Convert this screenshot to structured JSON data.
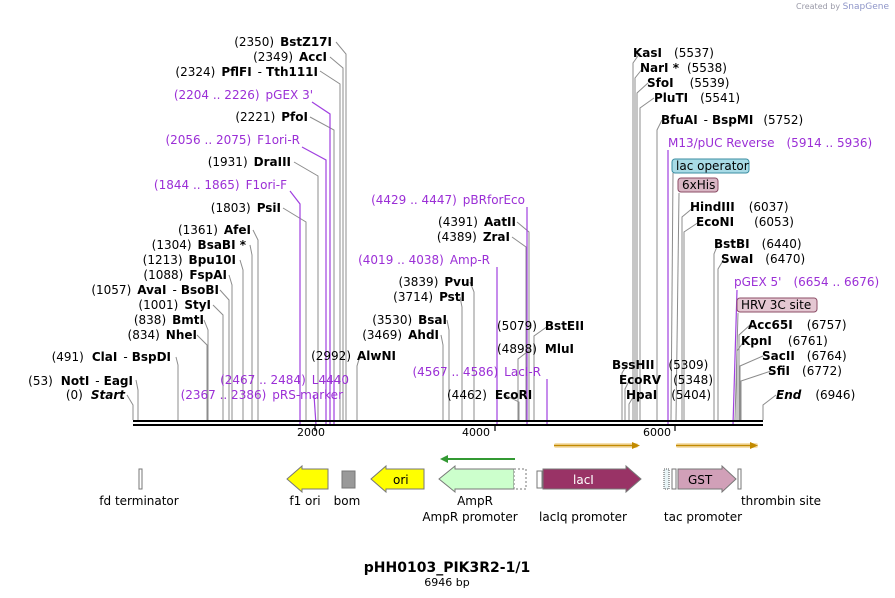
{
  "credit": {
    "prefix": "Created by",
    "brand": "SnapGene"
  },
  "plasmid": {
    "name": "pHH0103_PIK3R2-1/1",
    "length_label": "6946 bp"
  },
  "colors": {
    "enzyme_text": "#000000",
    "position_text": "#000000",
    "primer_text": "#9b2fd6",
    "primer_line": "#a040e0",
    "leader_line": "#8a8a8a",
    "backbone": "#000000"
  },
  "axis": {
    "ticks": [
      "2000",
      "4000",
      "6000"
    ]
  },
  "enzymes_left": [
    {
      "pos": "(2350)",
      "name": "BstZ17I"
    },
    {
      "pos": "(2349)",
      "name": "AccI"
    },
    {
      "pos": "(2324)",
      "name": "PflFI",
      "sep": "-",
      "name2": "Tth111I"
    },
    {
      "pos": "(2221)",
      "name": "PfoI"
    },
    {
      "pos": "(1931)",
      "name": "DraIII"
    },
    {
      "pos": "(1803)",
      "name": "PsiI"
    },
    {
      "pos": "(1361)",
      "name": "AfeI"
    },
    {
      "pos": "(1304)",
      "name": "BsaBI *"
    },
    {
      "pos": "(1213)",
      "name": "Bpu10I"
    },
    {
      "pos": "(1088)",
      "name": "FspAI"
    },
    {
      "pos": "(1057)",
      "name": "AvaI",
      "sep": "-",
      "name2": "BsoBI"
    },
    {
      "pos": "(1001)",
      "name": "StyI"
    },
    {
      "pos": "(838)",
      "name": "BmtI"
    },
    {
      "pos": "(834)",
      "name": "NheI"
    },
    {
      "pos": "(491)",
      "name": "ClaI",
      "sep": "-",
      "name2": "BspDI"
    },
    {
      "pos": "(53)",
      "name": "NotI",
      "sep": "-",
      "name2": "EagI"
    },
    {
      "pos": "(0)",
      "name": "Start"
    }
  ],
  "enzymes_mid": [
    {
      "pos": "(2992)",
      "name": "AlwNI"
    },
    {
      "pos": "(4391)",
      "name": "AatII"
    },
    {
      "pos": "(4389)",
      "name": "ZraI"
    },
    {
      "pos": "(3839)",
      "name": "PvuI"
    },
    {
      "pos": "(3714)",
      "name": "PstI"
    },
    {
      "pos": "(3530)",
      "name": "BsaI"
    },
    {
      "pos": "(3469)",
      "name": "AhdI"
    },
    {
      "pos": "(5079)",
      "name": "BstEII"
    },
    {
      "pos": "(4898)",
      "name": "MluI"
    },
    {
      "pos": "(4462)",
      "name": "EcoRI"
    }
  ],
  "enzymes_right": [
    {
      "pos": "(5537)",
      "name": "KasI"
    },
    {
      "pos": "(5538)",
      "name": "NarI *"
    },
    {
      "pos": "(5539)",
      "name": "SfoI"
    },
    {
      "pos": "(5541)",
      "name": "PluTI"
    },
    {
      "pos": "(5752)",
      "name": "BfuAI",
      "sep": "-",
      "name2": "BspMI"
    },
    {
      "pos": "(6037)",
      "name": "HindIII"
    },
    {
      "pos": "(6053)",
      "name": "EcoNI"
    },
    {
      "pos": "(6440)",
      "name": "BstBI"
    },
    {
      "pos": "(6470)",
      "name": "SwaI"
    },
    {
      "pos": "(6757)",
      "name": "Acc65I"
    },
    {
      "pos": "(6761)",
      "name": "KpnI"
    },
    {
      "pos": "(6764)",
      "name": "SacII"
    },
    {
      "pos": "(6772)",
      "name": "SfiI"
    },
    {
      "pos": "(6946)",
      "name": "End"
    },
    {
      "pos": "(5309)",
      "name": "BssHII"
    },
    {
      "pos": "(5348)",
      "name": "EcoRV"
    },
    {
      "pos": "(5404)",
      "name": "HpaI"
    }
  ],
  "primers": [
    {
      "range": "(2204 .. 2226)",
      "name": "pGEX 3'"
    },
    {
      "range": "(2056 .. 2075)",
      "name": "F1ori-R"
    },
    {
      "range": "(1844 .. 1865)",
      "name": "F1ori-F"
    },
    {
      "range": "(2467 .. 2484)",
      "name": "L4440"
    },
    {
      "range": "(2367 .. 2386)",
      "name": "pRS-marker"
    },
    {
      "range": "(4429 .. 4447)",
      "name": "pBRforEco"
    },
    {
      "range": "(4019 .. 4038)",
      "name": "Amp-R"
    },
    {
      "range": "(4567 .. 4586)",
      "name": "LacI-R"
    },
    {
      "range": "(5914 .. 5936)",
      "name": "M13/pUC Reverse"
    },
    {
      "range": "(6654 .. 6676)",
      "name": "pGEX 5'"
    }
  ],
  "tags": [
    {
      "name": "lac operator",
      "fill": "#a9dbe6",
      "stroke": "#3b8ea2"
    },
    {
      "name": "6xHis",
      "fill": "#d9b6c4",
      "stroke": "#8b4d66"
    },
    {
      "name": "HRV 3C site",
      "fill": "#e4c7d2",
      "stroke": "#8b4d66"
    }
  ],
  "features": [
    {
      "name": "fd terminator"
    },
    {
      "name": "f1 ori"
    },
    {
      "name": "bom"
    },
    {
      "name": "ori"
    },
    {
      "name": "AmpR"
    },
    {
      "name": "AmpR promoter"
    },
    {
      "name": "lacI"
    },
    {
      "name": "lacIq promoter"
    },
    {
      "name": "tac promoter"
    },
    {
      "name": "GST"
    },
    {
      "name": "thrombin site"
    }
  ],
  "feature_colors": {
    "f1ori": "#ffff00",
    "bom": "#999999",
    "ori": "#ffff00",
    "ampr": "#ccffcc",
    "laci": "#993366",
    "gst": "#d1a0b8",
    "orf": "#ffaa00",
    "orf_green": "#339933"
  }
}
